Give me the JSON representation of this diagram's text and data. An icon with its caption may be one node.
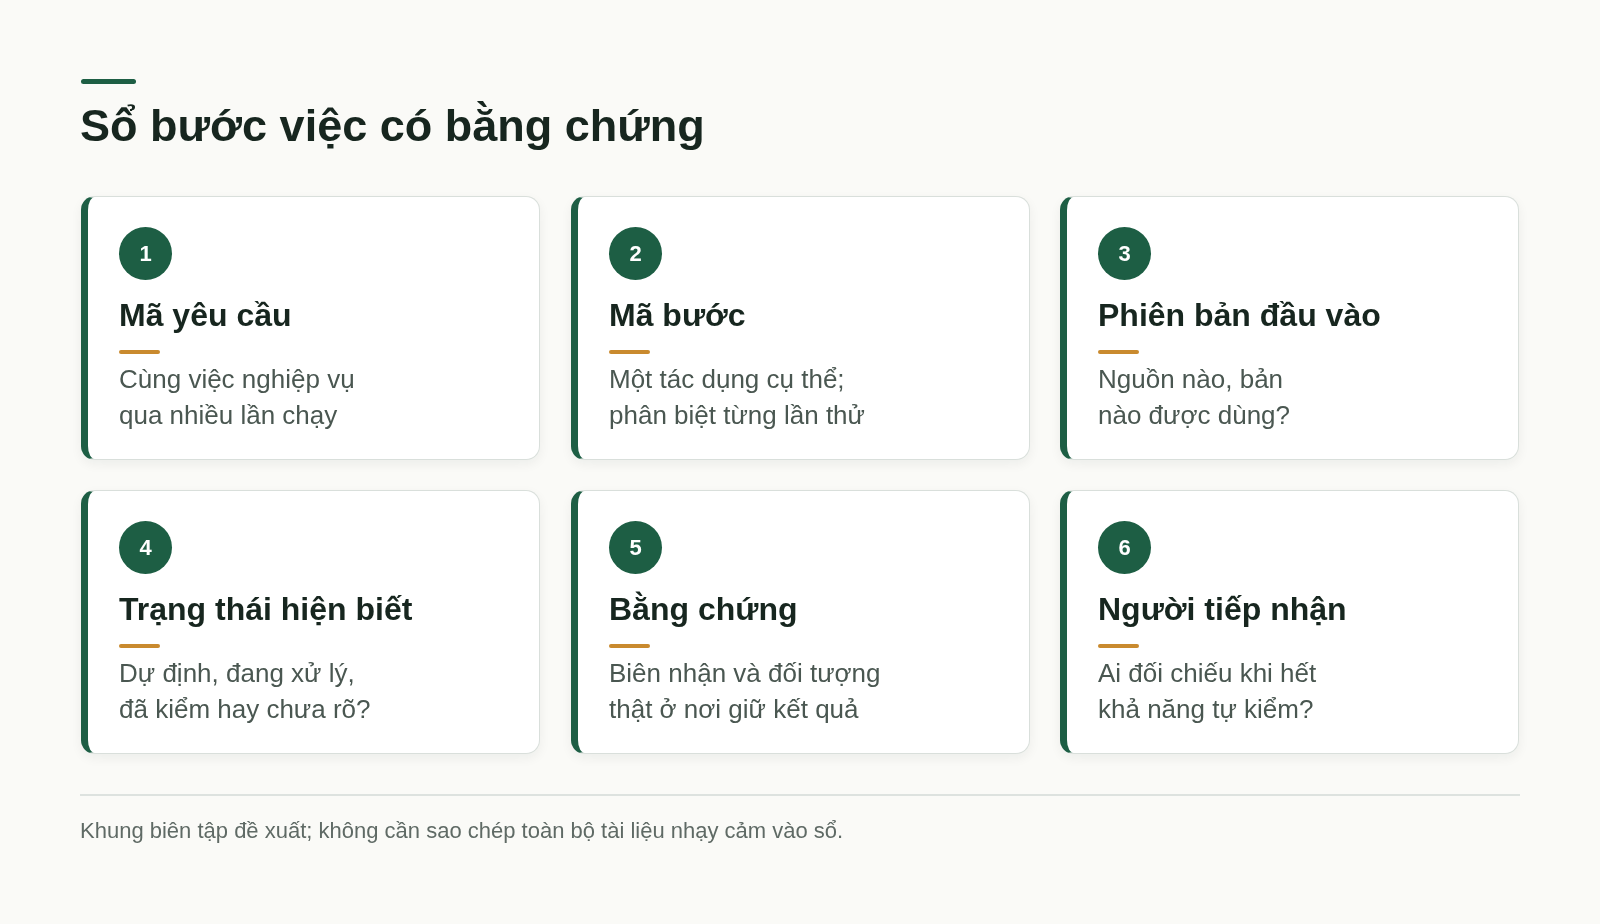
{
  "diagram": {
    "title": "Sổ bước việc có bằng chứng",
    "nodes": [
      {
        "text": [
          "1",
          "Mã yêu cầu",
          "Cùng việc nghiệp vụ qua nhiều lần chạy"
        ]
      },
      {
        "text": [
          "2",
          "Mã bước",
          "Một tác dụng cụ thể; phân biệt từng lần thử"
        ]
      },
      {
        "text": [
          "3",
          "Phiên bản đầu vào",
          "Nguồn nào, bản nào được dùng?"
        ]
      },
      {
        "text": [
          "4",
          "Trạng thái hiện biết",
          "Dự định, đang xử lý, đã kiểm hay chưa rõ?"
        ]
      },
      {
        "text": [
          "5",
          "Bằng chứng",
          "Biên nhận và đối tượng thật ở nơi giữ kết quả"
        ]
      },
      {
        "text": [
          "6",
          "Người tiếp nhận",
          "Ai đối chiếu khi hết khả năng tự kiểm?"
        ]
      }
    ],
    "caption": "Khung biên tập đề xuất; không cần sao chép toàn bộ tài liệu nhạy cảm vào sổ."
  }
}
